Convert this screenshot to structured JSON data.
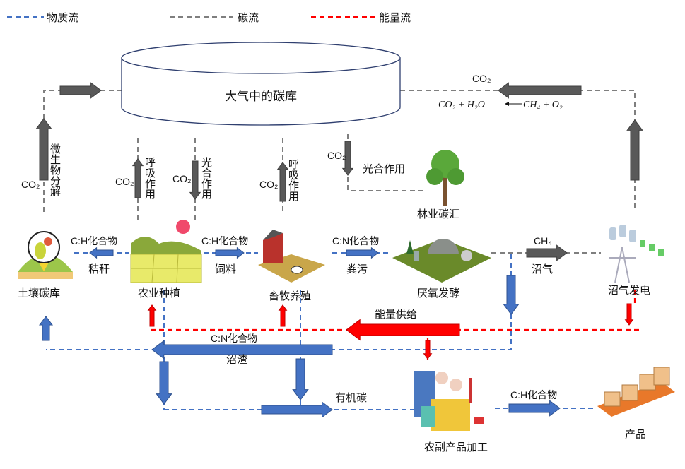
{
  "legend": [
    {
      "label": "物质流",
      "color": "#4472c4"
    },
    {
      "label": "碳流",
      "color": "#7f7f7f"
    },
    {
      "label": "能量流",
      "color": "#ff0000"
    }
  ],
  "colors": {
    "material": "#4472c4",
    "carbon_arrow": "#595959",
    "energy": "#ff0000"
  },
  "atmosphere": {
    "label": "大气中的碳库"
  },
  "left_flux": {
    "co2": "CO₂",
    "label": "微生物分解"
  },
  "right_flux": {
    "co2": "CO₂",
    "products": "CO₂ + H₂O",
    "reactants": "CH₄ + O₂"
  },
  "exchanges": [
    {
      "co2": "CO₂",
      "label": "呼吸作用"
    },
    {
      "co2": "CO₂",
      "label": "光合作用"
    },
    {
      "co2": "CO₂",
      "label": "呼吸作用"
    },
    {
      "co2": "CO₂",
      "label": "光合作用"
    }
  ],
  "nodes": {
    "soil": "土壤碳库",
    "crop": "农业种植",
    "livestock": "畜牧养殖",
    "digestion": "厌氧发酵",
    "power": "沼气发电",
    "forest": "林业碳汇",
    "processing": "农副产品加工",
    "product": "产品"
  },
  "flows": {
    "straw": {
      "top": "C:H化合物",
      "bottom": "秸秆"
    },
    "feed": {
      "top": "C:H化合物",
      "bottom": "饲料"
    },
    "manure": {
      "top": "C:N化合物",
      "bottom": "粪污"
    },
    "biogas": {
      "top": "CH₄",
      "bottom": "沼气"
    },
    "energy": "能量供给",
    "residue": {
      "top": "C:N化合物",
      "bottom": "沼渣"
    },
    "organic": "有机碳",
    "product": "C:H化合物"
  }
}
